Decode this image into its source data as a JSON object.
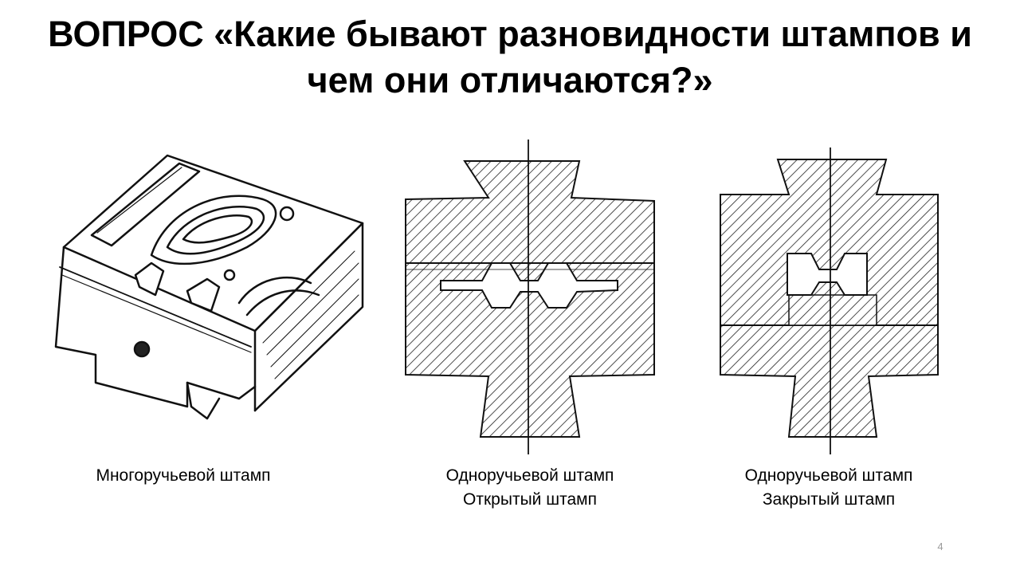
{
  "title": {
    "line1": "ВОПРОС «Какие бывают разновидности штампов и",
    "line2": "чем они отличаются?»"
  },
  "figures": [
    {
      "caption_lines": [
        "Многоручьевой штамп"
      ]
    },
    {
      "caption_lines": [
        "Одноручьевой штамп",
        "Открытый штамп"
      ]
    },
    {
      "caption_lines": [
        "Одноручьевой штамп",
        "Закрытый штамп"
      ]
    }
  ],
  "page_number": "4",
  "colors": {
    "text": "#000000",
    "page_number": "#9a9a9a",
    "background": "#ffffff"
  }
}
